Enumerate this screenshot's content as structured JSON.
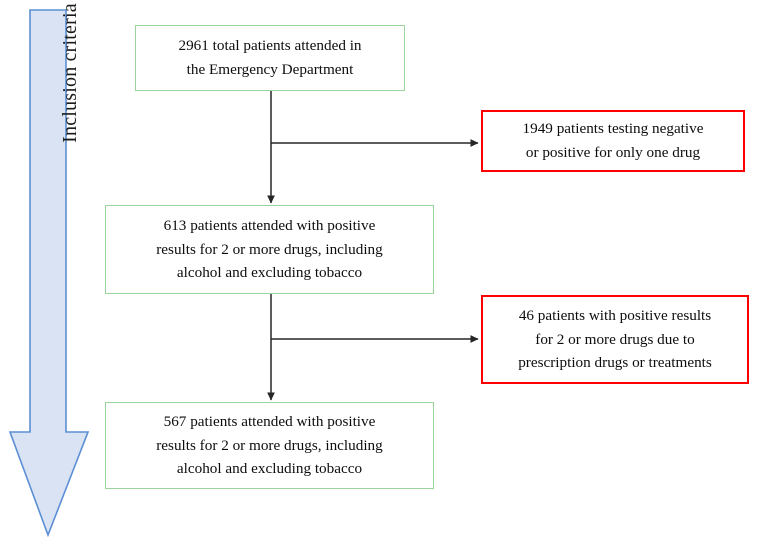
{
  "figure": {
    "type": "flowchart",
    "orientation": "top-to-bottom",
    "background_color": "#FFFFFF"
  },
  "colors": {
    "included_border": "#9BD49B",
    "excluded_border": "#FF0000",
    "arrow_fill": "#DAE3F3",
    "arrow_stroke": "#5B8FD4",
    "connector": "#262626",
    "text": "#0D0D0D"
  },
  "side_arrow": {
    "label": "Inclusion criteria",
    "direction": "down",
    "orientation": "vertical",
    "text_rotation": "-90"
  },
  "nodes": {
    "total_attended": {
      "id": "n1",
      "kind": "included",
      "count": "2961",
      "text": "2961 total patients attended in\nthe Emergency Department"
    },
    "excluded_one_drug": {
      "id": "e1",
      "kind": "excluded",
      "count": "1949",
      "text": "1949 patients testing negative\nor positive for only one drug"
    },
    "positive_two_or_more": {
      "id": "n2",
      "kind": "included",
      "count": "613",
      "text": "613 patients attended with positive\nresults for 2 or more drugs, including\nalcohol and excluding tobacco"
    },
    "excluded_prescription": {
      "id": "e2",
      "kind": "excluded",
      "count": "46",
      "text": "46 patients with positive results\nfor 2 or more drugs due to\nprescription drugs or treatments"
    },
    "final_cohort": {
      "id": "n3",
      "kind": "included",
      "count": "567",
      "text": "567 patients attended with positive\nresults for 2 or more drugs, including\nalcohol and excluding tobacco"
    }
  },
  "edges": [
    {
      "from": "total_attended",
      "to": "positive_two_or_more",
      "style": "arrow-down"
    },
    {
      "from": "total_attended",
      "to": "excluded_one_drug",
      "style": "arrow-right"
    },
    {
      "from": "positive_two_or_more",
      "to": "final_cohort",
      "style": "arrow-down"
    },
    {
      "from": "positive_two_or_more",
      "to": "excluded_prescription",
      "style": "arrow-right"
    }
  ]
}
